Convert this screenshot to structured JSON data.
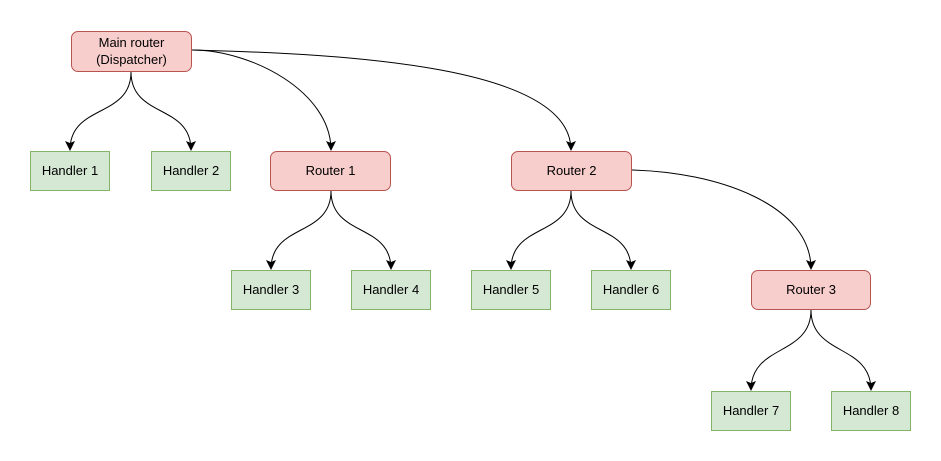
{
  "diagram": {
    "type": "tree-flow-diagram",
    "nodes": {
      "main": {
        "label": "Main router\n(Dispatcher)",
        "type": "router"
      },
      "handler1": {
        "label": "Handler 1",
        "type": "handler"
      },
      "handler2": {
        "label": "Handler 2",
        "type": "handler"
      },
      "router1": {
        "label": "Router 1",
        "type": "router"
      },
      "router2": {
        "label": "Router 2",
        "type": "router"
      },
      "handler3": {
        "label": "Handler 3",
        "type": "handler"
      },
      "handler4": {
        "label": "Handler 4",
        "type": "handler"
      },
      "handler5": {
        "label": "Handler 5",
        "type": "handler"
      },
      "handler6": {
        "label": "Handler 6",
        "type": "handler"
      },
      "router3": {
        "label": "Router 3",
        "type": "router"
      },
      "handler7": {
        "label": "Handler 7",
        "type": "handler"
      },
      "handler8": {
        "label": "Handler 8",
        "type": "handler"
      }
    },
    "edges": [
      {
        "from": "main",
        "to": "handler1"
      },
      {
        "from": "main",
        "to": "handler2"
      },
      {
        "from": "main",
        "to": "router1"
      },
      {
        "from": "main",
        "to": "router2"
      },
      {
        "from": "router1",
        "to": "handler3"
      },
      {
        "from": "router1",
        "to": "handler4"
      },
      {
        "from": "router2",
        "to": "handler5"
      },
      {
        "from": "router2",
        "to": "handler6"
      },
      {
        "from": "router2",
        "to": "router3"
      },
      {
        "from": "router3",
        "to": "handler7"
      },
      {
        "from": "router3",
        "to": "handler8"
      }
    ],
    "colors": {
      "router_fill": "#f8cecc",
      "router_border": "#b85450",
      "handler_fill": "#d5e8d4",
      "handler_border": "#82b366",
      "edge": "#000000",
      "text": "#000000",
      "background": "#ffffff"
    }
  }
}
